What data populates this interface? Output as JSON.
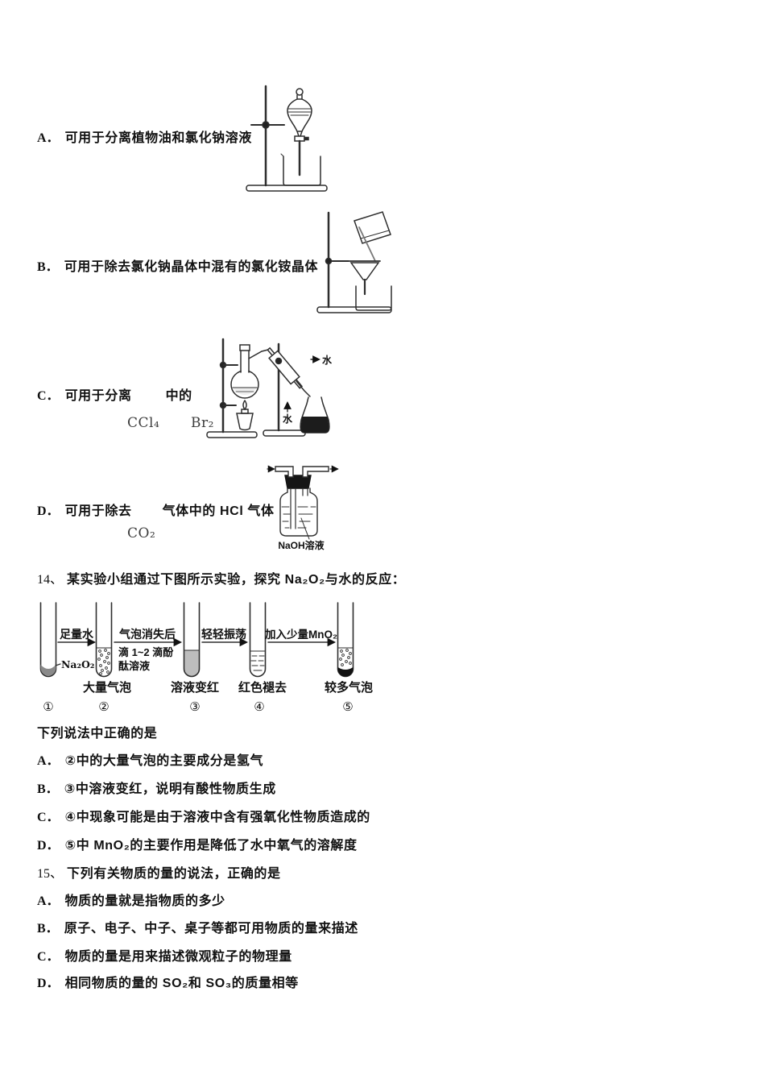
{
  "q13": {
    "options": {
      "a": {
        "label": "A．",
        "text": "可用于分离植物油和氯化钠溶液"
      },
      "b": {
        "label": "B．",
        "text": "可用于除去氯化钠晶体中混有的氯化铵晶体"
      },
      "c": {
        "label": "C．",
        "text_before": "可用于分离",
        "text_after": "中的",
        "formula_1": "CCl₄",
        "formula_2": "Br₂"
      },
      "d": {
        "label": "D．",
        "text_before": "可用于除去",
        "text_after": "气体中的 HCl 气体",
        "formula_1": "CO₂"
      }
    },
    "distillation_labels": {
      "water_out": "水",
      "water_in": "水"
    },
    "wash_bottle_label": "NaOH溶液"
  },
  "q14": {
    "number": "14、",
    "stem": "某实验小组通过下图所示实验，探究 Na₂O₂与水的反应：",
    "diagram": {
      "tube1_substance": "Na₂O₂",
      "step1": "足量水",
      "tube2_caption": "大量气泡",
      "step2_line1": "气泡消失后",
      "step2_line2": "滴 1~2 滴酚",
      "step2_line3": "酞溶液",
      "tube3_caption": "溶液变红",
      "step3": "轻轻振荡",
      "tube4_caption": "红色褪去",
      "step4": "加入少量MnO₂",
      "tube5_caption": "较多气泡",
      "num1": "①",
      "num2": "②",
      "num3": "③",
      "num4": "④",
      "num5": "⑤"
    },
    "question": "下列说法中正确的是",
    "options": [
      {
        "label": "A．",
        "text": "②中的大量气泡的主要成分是氢气"
      },
      {
        "label": "B．",
        "text": "③中溶液变红，说明有酸性物质生成"
      },
      {
        "label": "C．",
        "text": "④中现象可能是由于溶液中含有强氧化性物质造成的"
      },
      {
        "label": "D．",
        "text": "⑤中 MnO₂的主要作用是降低了水中氧气的溶解度"
      }
    ]
  },
  "q15": {
    "number": "15、",
    "stem": "下列有关物质的量的说法，正确的是",
    "options": [
      {
        "label": "A．",
        "text": "物质的量就是指物质的多少"
      },
      {
        "label": "B．",
        "text": "原子、电子、中子、桌子等都可用物质的量来描述"
      },
      {
        "label": "C．",
        "text": "物质的量是用来描述微观粒子的物理量"
      },
      {
        "label": "D．",
        "text": "相同物质的量的 SO₂和 SO₃的质量相等"
      }
    ]
  }
}
